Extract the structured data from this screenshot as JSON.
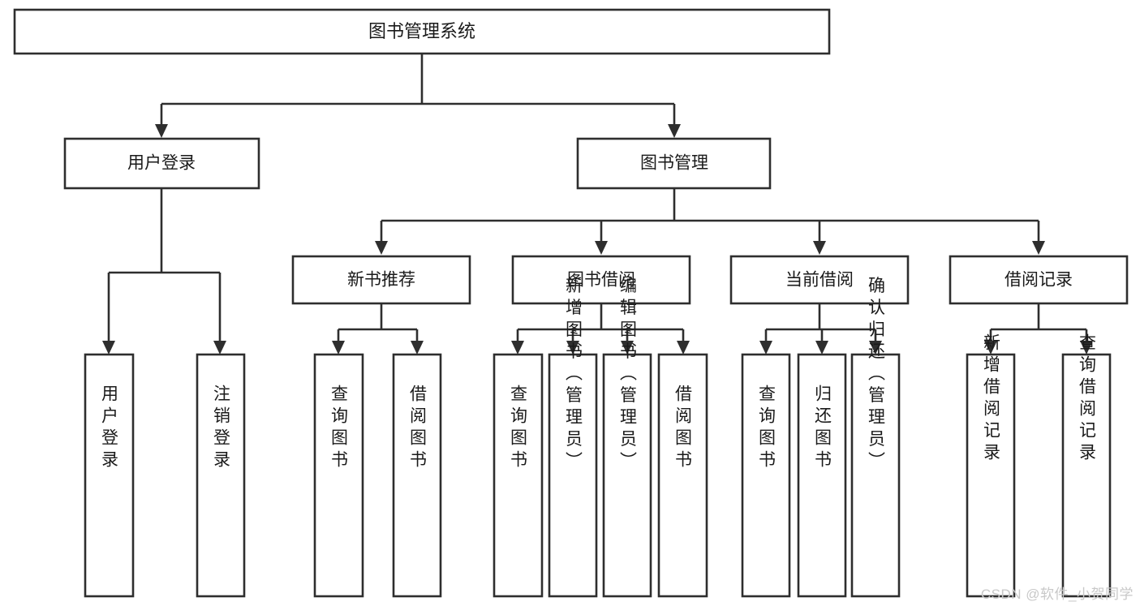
{
  "diagram": {
    "type": "tree-hierarchy-chart",
    "title": "图书管理系统",
    "watermark": "CSDN @软件_小贺同学",
    "colors": {
      "background": "#ffffff",
      "box_stroke": "#2e2e2e",
      "box_fill": "#ffffff",
      "text": "#1a1a1a",
      "watermark": "#c8c8c8"
    },
    "levels": {
      "root": {
        "label": "图书管理系统"
      },
      "level2": [
        {
          "label": "用户登录"
        },
        {
          "label": "图书管理"
        }
      ],
      "level3": [
        {
          "label": "新书推荐"
        },
        {
          "label": "图书借阅"
        },
        {
          "label": "当前借阅"
        },
        {
          "label": "借阅记录"
        }
      ],
      "leaves": {
        "user_login": [
          {
            "label": "用户登录"
          },
          {
            "label": "注销登录"
          }
        ],
        "new_book_recommend": [
          {
            "label": "查询图书"
          },
          {
            "label": "借阅图书"
          }
        ],
        "book_borrow": [
          {
            "label": "查询图书"
          },
          {
            "label": "新增图书（管理员）"
          },
          {
            "label": "编辑图书（管理员）"
          },
          {
            "label": "借阅图书"
          }
        ],
        "current_borrow": [
          {
            "label": "查询图书"
          },
          {
            "label": "归还图书"
          },
          {
            "label": "确认归还（管理员）"
          }
        ],
        "borrow_record": [
          {
            "label": "新增借阅记录"
          },
          {
            "label": "查询借阅记录"
          }
        ]
      }
    }
  }
}
